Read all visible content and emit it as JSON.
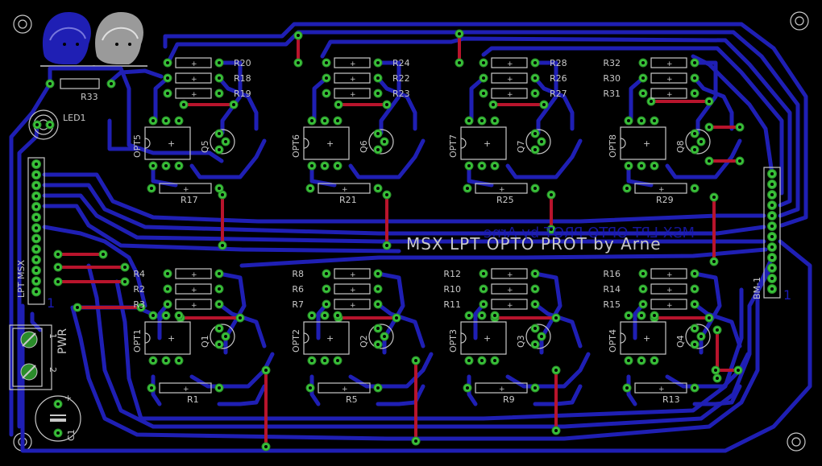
{
  "board": {
    "title": "MSX LPT OPTO PROT  by Arne",
    "mirrored_bottom_text": "MSX LPT OPTO PROT  by Arne"
  },
  "colors": {
    "background": "#000000",
    "bottom_trace": "#1f1fb4",
    "top_wire": "#b8142c",
    "pad": "#39c239",
    "silkscreen": "#c8c8c8"
  },
  "connectors": {
    "lpt_msx": "LPT MSX",
    "bm1": "BM-1",
    "pwr": "PWR",
    "lpt_pin_marker": "1",
    "bm_pin_marker": "1",
    "pwr_pin1": "1",
    "pwr_pin2": "2"
  },
  "parts": {
    "led": "LED1",
    "r33": "R33",
    "c1": "C1"
  },
  "top_row": {
    "optos": [
      "OPT5",
      "OPT6",
      "OPT7",
      "OPT8"
    ],
    "transistors": [
      "Q5",
      "Q6",
      "Q7",
      "Q8"
    ],
    "resistor_groups": [
      [
        "R20",
        "R18",
        "R19"
      ],
      [
        "R24",
        "R22",
        "R23"
      ],
      [
        "R28",
        "R26",
        "R27"
      ],
      [
        "R32",
        "R30",
        "R31"
      ]
    ],
    "bottom_resistors": [
      "R17",
      "R21",
      "R25",
      "R29"
    ]
  },
  "bottom_row": {
    "optos": [
      "OPT1",
      "OPT2",
      "OPT3",
      "OPT4"
    ],
    "transistors": [
      "Q1",
      "Q2",
      "Q3",
      "Q4"
    ],
    "resistor_groups": [
      [
        "R4",
        "R2",
        "R3"
      ],
      [
        "R8",
        "R6",
        "R7"
      ],
      [
        "R12",
        "R10",
        "R11"
      ],
      [
        "R16",
        "R14",
        "R15"
      ]
    ],
    "bottom_resistors": [
      "R1",
      "R5",
      "R9",
      "R13"
    ]
  }
}
